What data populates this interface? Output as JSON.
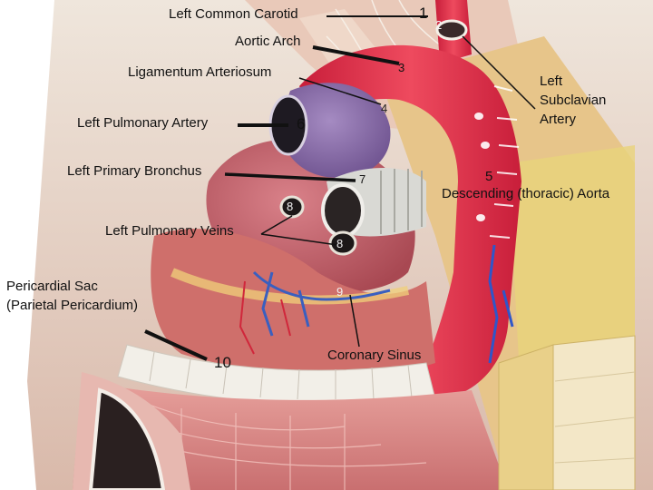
{
  "figure": {
    "subject": "heart and great vessels model, left lateral view",
    "colors": {
      "aorta": "#e8344c",
      "pulmonary_artery": "#8a6aa8",
      "bronchus": "#d9d9d4",
      "pericardium": "#f2e6b0",
      "heart_muscle": "#c7636a",
      "vein_blue": "#3a5fbf"
    }
  },
  "labels": {
    "left_common_carotid": "Left Common Carotid",
    "aortic_arch": "Aortic Arch",
    "ligamentum_arteriosum": "Ligamentum Arteriosum",
    "left_pulmonary_artery": "Left Pulmonary Artery",
    "left_primary_bronchus": "Left Primary Bronchus",
    "left_pulmonary_veins": "Left Pulmonary Veins",
    "pericardial_sac_line1": "Pericardial Sac",
    "pericardial_sac_line2": "(Parietal Pericardium)",
    "left_subclavian_line1": "Left",
    "left_subclavian_line2": "Subclavian",
    "left_subclavian_line3": "Artery",
    "descending_aorta_num": "5",
    "descending_aorta": "Descending (thoracic) Aorta",
    "coronary_sinus": "Coronary Sinus"
  },
  "markers": {
    "m1": "1",
    "m2": "2",
    "m3": "3",
    "m4": "4",
    "m6": "6",
    "m7": "7",
    "m8a": "8",
    "m8b": "8",
    "m9": "9",
    "m10": "10"
  }
}
